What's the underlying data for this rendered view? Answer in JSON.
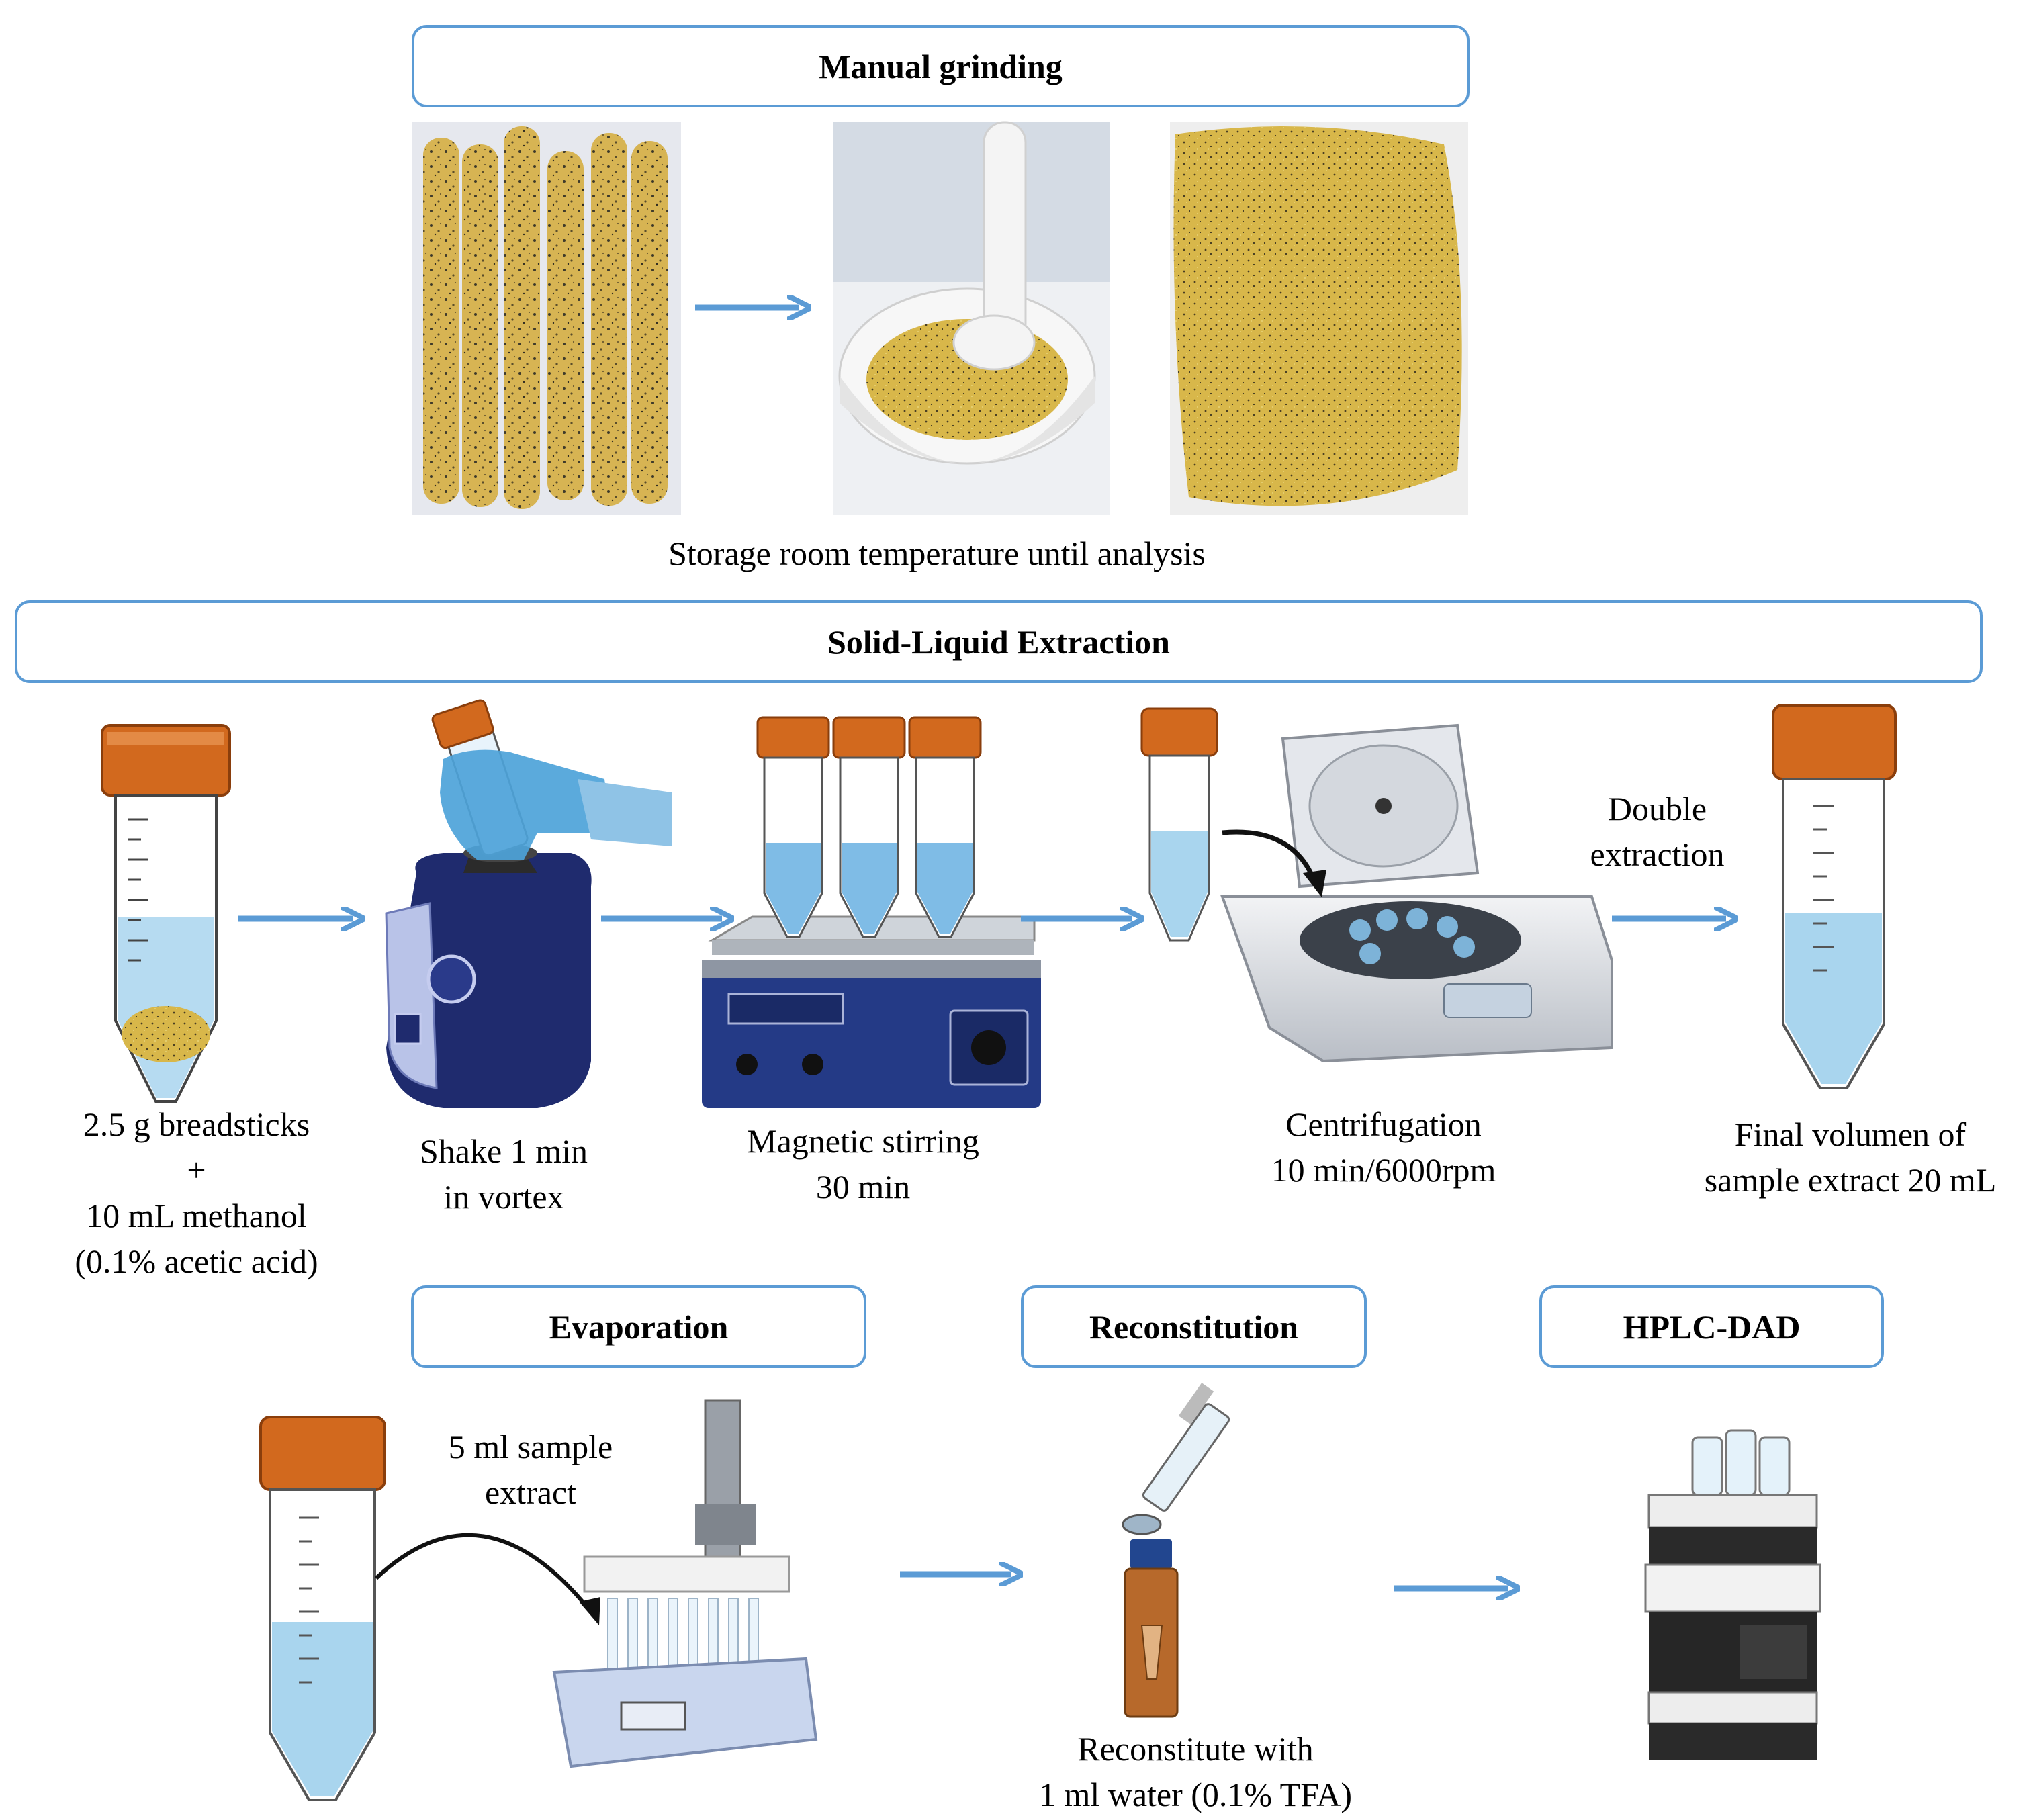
{
  "sections": {
    "manual_grinding": "Manual grinding",
    "storage": "Storage room temperature until analysis",
    "solid_liquid": "Solid-Liquid  Extraction",
    "evaporation": "Evaporation",
    "reconstitution": "Reconstitution",
    "hplc": "HPLC-DAD"
  },
  "steps": {
    "sample": [
      "2.5 g breadsticks",
      "+",
      "10 mL methanol",
      "(0.1% acetic acid)"
    ],
    "vortex": [
      "Shake  1 min",
      "in vortex"
    ],
    "stirring": [
      "Magnetic stirring",
      "30 min"
    ],
    "double": [
      "Double",
      "extraction"
    ],
    "centrifugation": [
      "Centrifugation",
      "10 min/6000rpm"
    ],
    "final": [
      "Final volumen of",
      "sample extract 20 mL"
    ],
    "evap_extract": [
      "5 ml sample",
      "extract"
    ],
    "reconstitute": [
      "Reconstitute with",
      "1 ml water (0.1% TFA)"
    ]
  },
  "colors": {
    "box_border": "#5b9bd5",
    "arrow": "#5b9bd5",
    "cap": "#d2691e",
    "liquid": "#a9d5ee",
    "device": "#2b3a8c"
  }
}
